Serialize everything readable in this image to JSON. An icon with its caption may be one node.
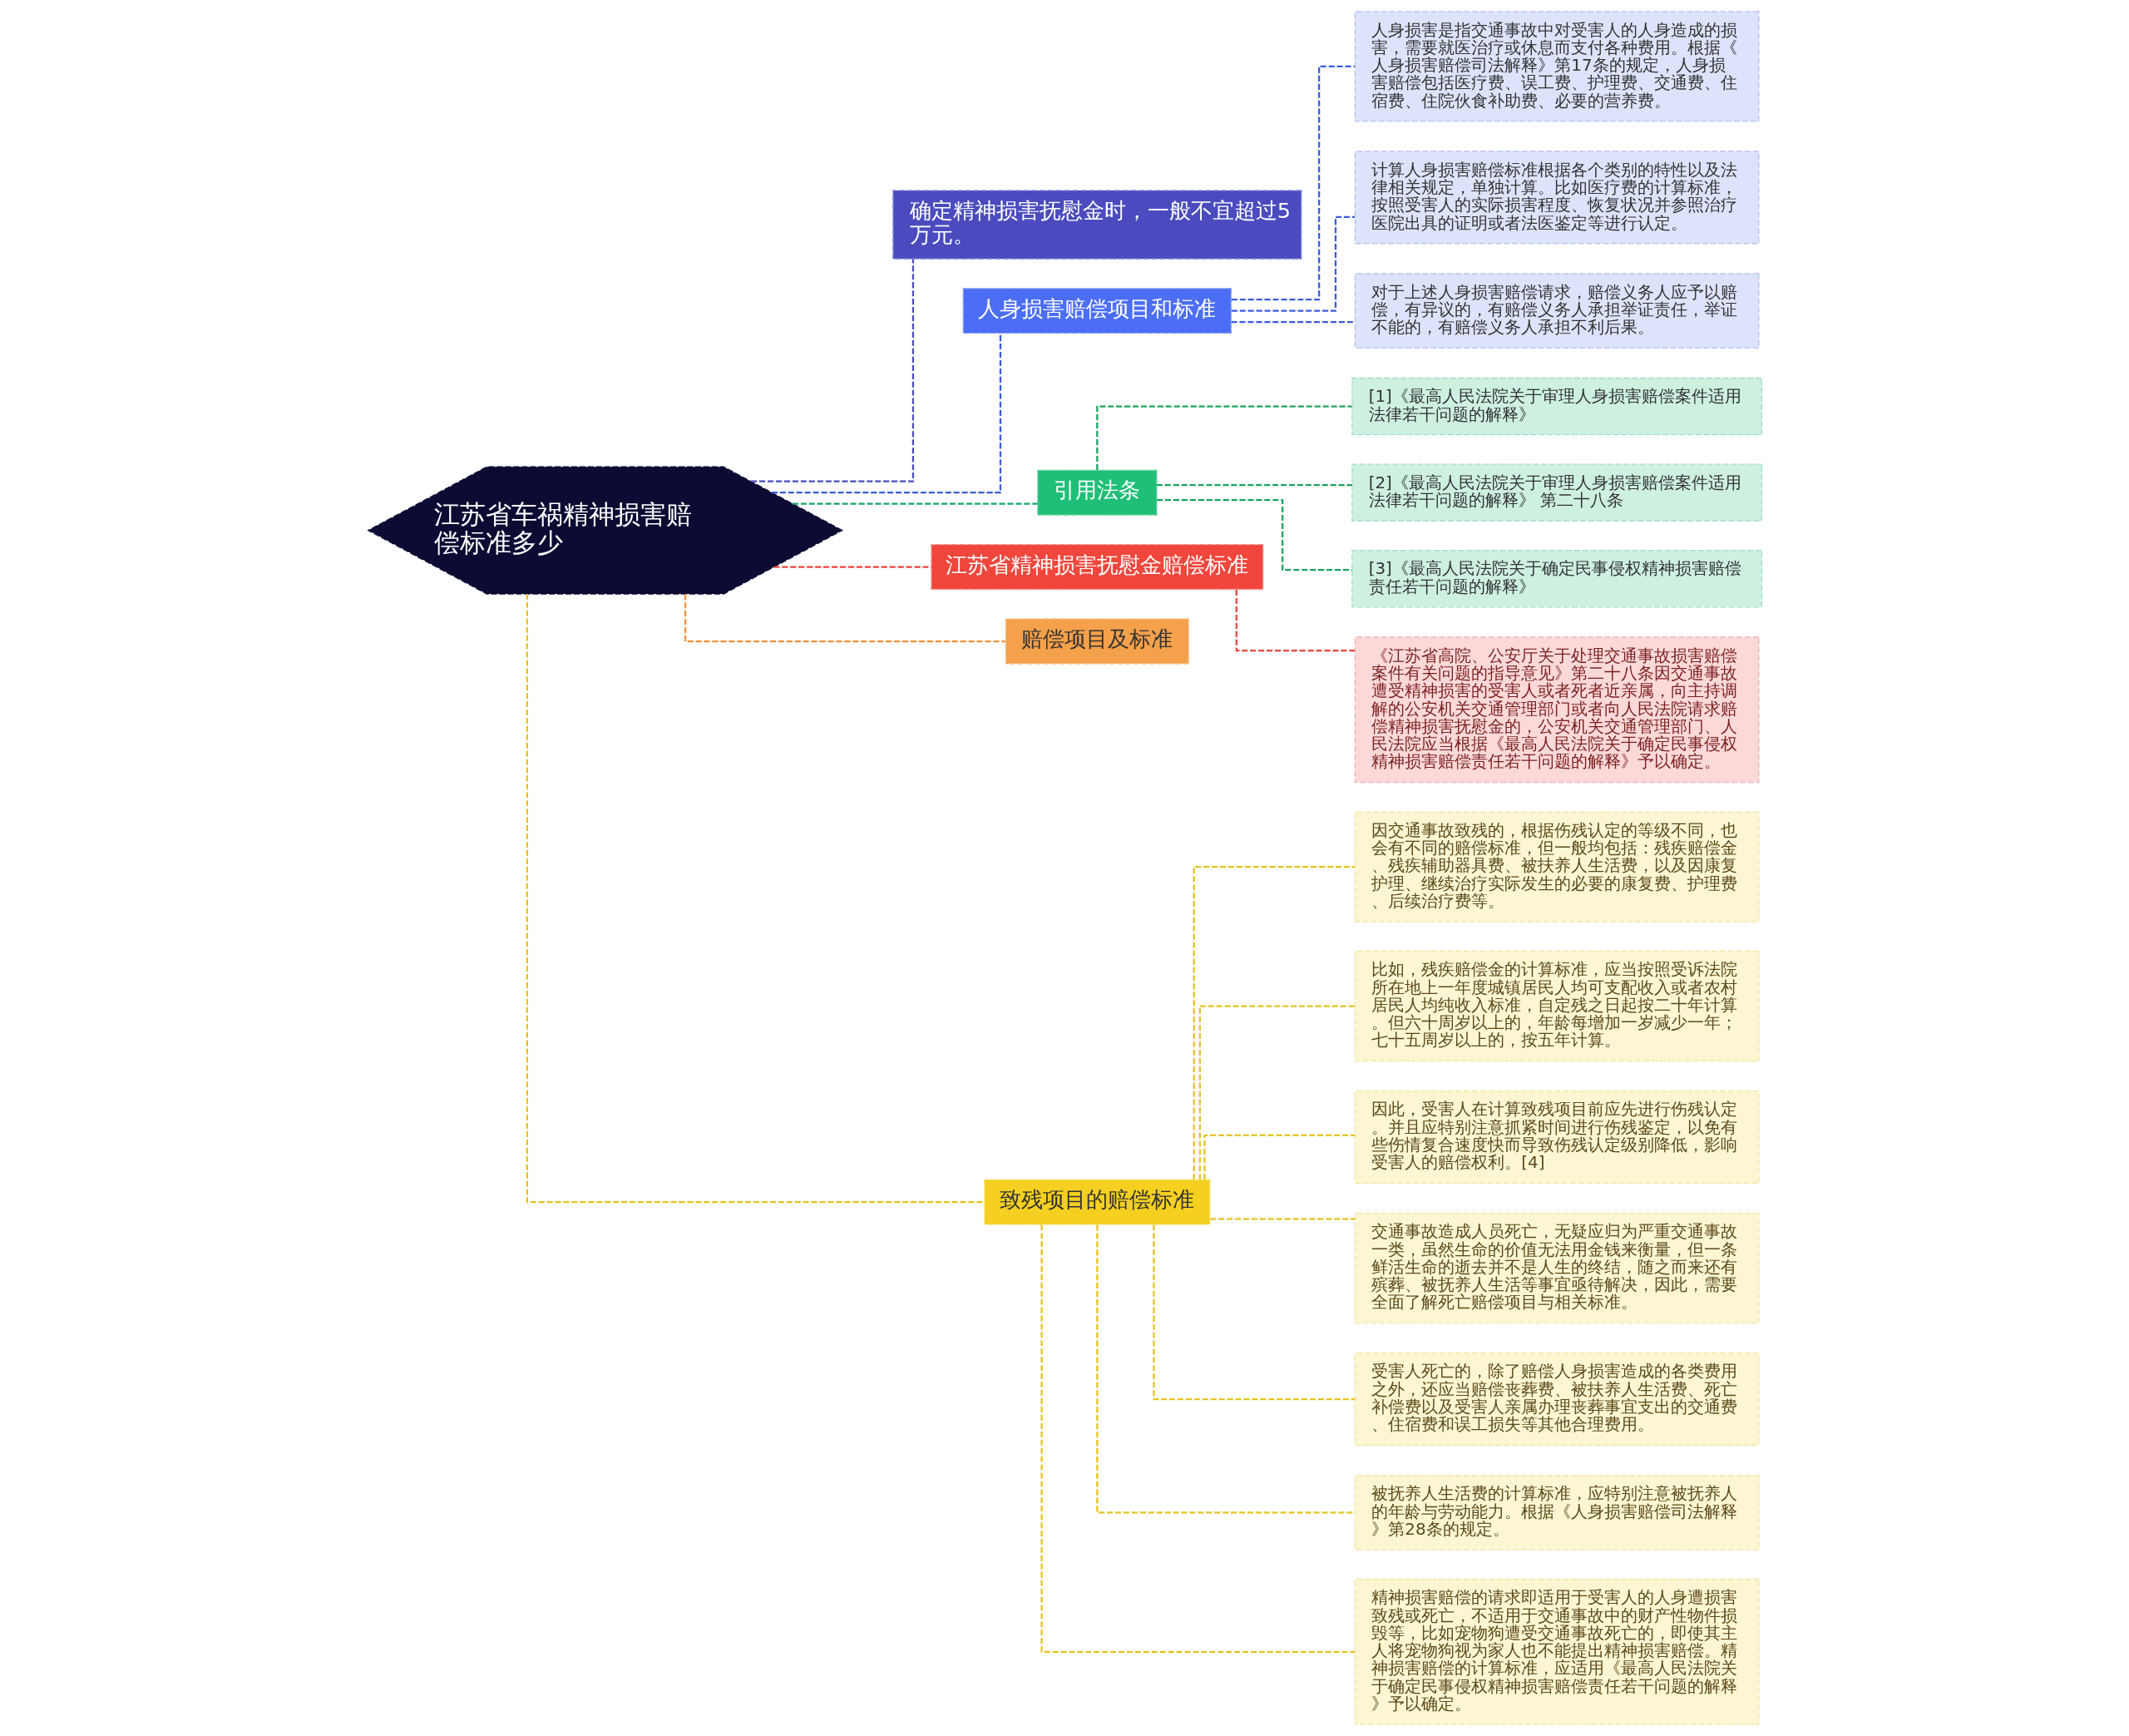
{
  "diagram": {
    "nodes": [
      {
        "text": [
          "江苏省车祸精神损害赔偿标准多少"
        ]
      },
      {
        "text": [
          "确定精神损害抚慰金时，一般不宜超过5万元。"
        ]
      },
      {
        "text": [
          "人身损害赔偿项目和标准"
        ]
      },
      {
        "text": [
          "人身损害是指交通事故中对受害人的人身造成的损害，需要就医治疗或休息而支付各种费用。根据《人身损害赔偿司法解释》第17条的规定，人身损害赔偿包括医疗费、误工费、护理费、交通费、住宿费、住院伙食补助费、必要的营养费。"
        ]
      },
      {
        "text": [
          "计算人身损害赔偿标准根据各个类别的特性以及法律相关规定，单独计算。比如医疗费的计算标准，按照受害人的实际损害程度、恢复状况并参照治疗医院出具的证明或者法医鉴定等进行认定。"
        ]
      },
      {
        "text": [
          "对于上述人身损害赔偿请求，赔偿义务人应予以赔偿，有异议的，有赔偿义务人承担举证责任，举证不能的，有赔偿义务人承担不利后果。"
        ]
      },
      {
        "text": [
          "引用法条"
        ]
      },
      {
        "text": [
          "[1]《最高人民法院关于审理人身损害赔偿案件适用法律若干问题的解释》"
        ]
      },
      {
        "text": [
          "[2]《最高人民法院关于审理人身损害赔偿案件适用法律若干问题的解释》 第二十八条"
        ]
      },
      {
        "text": [
          "[3]《最高人民法院关于确定民事侵权精神损害赔偿责任若干问题的解释》"
        ]
      },
      {
        "text": [
          "江苏省精神损害抚慰金赔偿标准"
        ]
      },
      {
        "text": [
          "《江苏省高院、公安厅关于处理交通事故损害赔偿案件有关问题的指导意见》第二十八条因交通事故遭受精神损害的受害人或者死者近亲属，向主持调解的公安机关交通管理部门或者向人民法院请求赔偿精神损害抚慰金的，公安机关交通管理部门、人民法院应当根据《最高人民法院关于确定民事侵权精神损害赔偿责任若干问题的解释》予以确定。"
        ]
      },
      {
        "text": [
          "赔偿项目及标准"
        ]
      },
      {
        "text": [
          "致残项目的赔偿标准"
        ]
      },
      {
        "text": [
          "因交通事故致残的，根据伤残认定的等级不同，也会有不同的赔偿标准，但一般均包括：残疾赔偿金、残疾辅助器具费、被扶养人生活费，以及因康复护理、继续治疗实际发生的必要的康复费、护理费、后续治疗费等。"
        ]
      },
      {
        "text": [
          "比如，残疾赔偿金的计算标准，应当按照受诉法院所在地上一年度城镇居民人均可支配收入或者农村居民人均纯收入标准，自定残之日起按二十年计算。但六十周岁以上的，年龄每增加一岁减少一年；七十五周岁以上的，按五年计算。"
        ]
      },
      {
        "text": [
          "因此，受害人在计算致残项目前应先进行伤残认定。并且应特别注意抓紧时间进行伤残鉴定，以免有些伤情复合速度快而导致伤残认定级别降低，影响受害人的赔偿权利。[4]"
        ]
      },
      {
        "text": [
          "交通事故造成人员死亡，无疑应归为严重交通事故一类，虽然生命的价值无法用金钱来衡量，但一条鲜活生命的逝去并不是人生的终结，随之而来还有殡葬、被抚养人生活等事宜亟待解决，因此，需要全面了解死亡赔偿项目与相关标准。"
        ]
      },
      {
        "text": [
          "受害人死亡的，除了赔偿人身损害造成的各类费用之外，还应当赔偿丧葬费、被扶养人生活费、死亡补偿费以及受害人亲属办理丧葬事宜支出的交通费、住宿费和误工损失等其他合理费用。"
        ]
      },
      {
        "text": [
          "被抚养人生活费的计算标准，应特别注意被抚养人的年龄与劳动能力。根据《人身损害赔偿司法解释》第28条的规定。"
        ]
      },
      {
        "text": [
          "精神损害赔偿的请求即适用于受害人的人身遭损害致残或死亡，不适用于交通事故中的财产性物件损毁等，比如宠物狗遭受交通事故死亡的，即使其主人将宠物狗视为家人也不能提出精神损害赔偿。精神损害赔偿的计算标准，应适用《最高人民法院关于确定民事侵权精神损害赔偿责任若干问题的解释》予以确定。"
        ]
      }
    ],
    "edges": [
      {
        "from": 0,
        "to": 1,
        "arrow": "none",
        "style": "dashed",
        "color": "#4b4bbf"
      },
      {
        "from": 0,
        "to": 2,
        "arrow": "none",
        "style": "dashed",
        "color": "#3b5bdb"
      },
      {
        "from": 2,
        "to": 3,
        "arrow": "none",
        "style": "dashed",
        "color": "#3b5bdb"
      },
      {
        "from": 2,
        "to": 4,
        "arrow": "none",
        "style": "dashed",
        "color": "#3b5bdb"
      },
      {
        "from": 2,
        "to": 5,
        "arrow": "none",
        "style": "dashed",
        "color": "#3b5bdb"
      },
      {
        "from": 0,
        "to": 6,
        "arrow": "none",
        "style": "dashed",
        "color": "#1aa364"
      },
      {
        "from": 6,
        "to": 7,
        "arrow": "none",
        "style": "dashed",
        "color": "#1aa364"
      },
      {
        "from": 6,
        "to": 8,
        "arrow": "none",
        "style": "dashed",
        "color": "#1aa364"
      },
      {
        "from": 6,
        "to": 9,
        "arrow": "none",
        "style": "dashed",
        "color": "#1aa364"
      },
      {
        "from": 0,
        "to": 10,
        "arrow": "none",
        "style": "dashed",
        "color": "#e8453c"
      },
      {
        "from": 10,
        "to": 11,
        "arrow": "none",
        "style": "dashed",
        "color": "#e8453c"
      },
      {
        "from": 0,
        "to": 12,
        "arrow": "none",
        "style": "dashed",
        "color": "#f0923a"
      },
      {
        "from": 0,
        "to": 13,
        "arrow": "none",
        "style": "dashed",
        "color": "#e8c320"
      },
      {
        "from": 13,
        "to": 14,
        "arrow": "none",
        "style": "dashed",
        "color": "#e8c320"
      },
      {
        "from": 13,
        "to": 15,
        "arrow": "none",
        "style": "dashed",
        "color": "#e8c320"
      },
      {
        "from": 13,
        "to": 16,
        "arrow": "none",
        "style": "dashed",
        "color": "#e8c320"
      },
      {
        "from": 13,
        "to": 17,
        "arrow": "none",
        "style": "dashed",
        "color": "#e8c320"
      },
      {
        "from": 13,
        "to": 18,
        "arrow": "none",
        "style": "dashed",
        "color": "#e8c320"
      },
      {
        "from": 13,
        "to": 19,
        "arrow": "none",
        "style": "dashed",
        "color": "#e8c320"
      },
      {
        "from": 13,
        "to": 20,
        "arrow": "none",
        "style": "dashed",
        "color": "#e8c320"
      }
    ]
  }
}
